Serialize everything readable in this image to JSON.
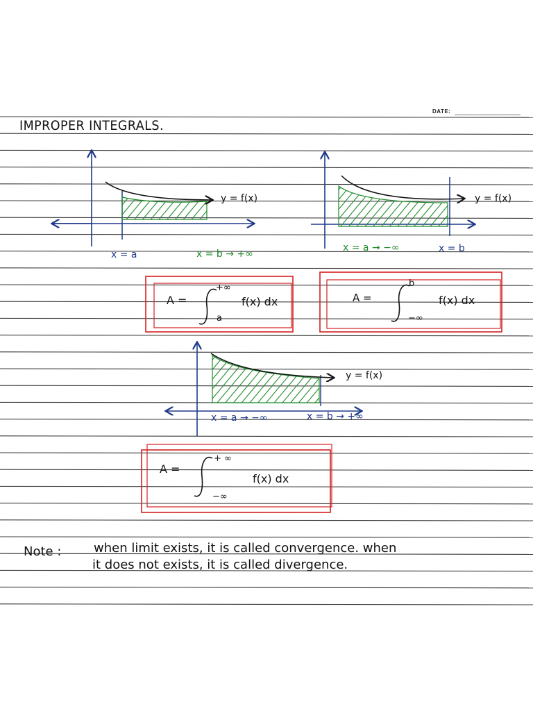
{
  "header": {
    "date_label": "DATE:"
  },
  "title": "IMPROPER INTEGRALS.",
  "graph1": {
    "curve_label": "y = f(x)",
    "lower_label": "x = a",
    "upper_label": "x = b → +∞"
  },
  "graph2": {
    "curve_label": "y = f(x)",
    "lower_label": "x = a → −∞",
    "upper_label": "x = b"
  },
  "graph3": {
    "curve_label": "y = f(x)",
    "lower_label": "x = a → −∞",
    "upper_label": "x = b → +∞"
  },
  "formula1": {
    "lhs": "A =",
    "upper": "+∞",
    "lower": "a",
    "integrand": "f(x) dx"
  },
  "formula2": {
    "lhs": "A =",
    "upper": "b",
    "lower": "−∞",
    "integrand": "f(x) dx"
  },
  "formula3": {
    "lhs": "A =",
    "upper": "+ ∞",
    "lower": "−∞",
    "integrand": "f(x) dx"
  },
  "note": {
    "label": "Note :",
    "line1": "when limit exists, it is called convergence. when",
    "line2": "it does not exists, it is called divergence."
  },
  "colors": {
    "ink": "#141414",
    "blue": "#1e3a8a",
    "green": "#1f8a2a",
    "red": "#d42020",
    "rule": "#3a3a3a"
  }
}
